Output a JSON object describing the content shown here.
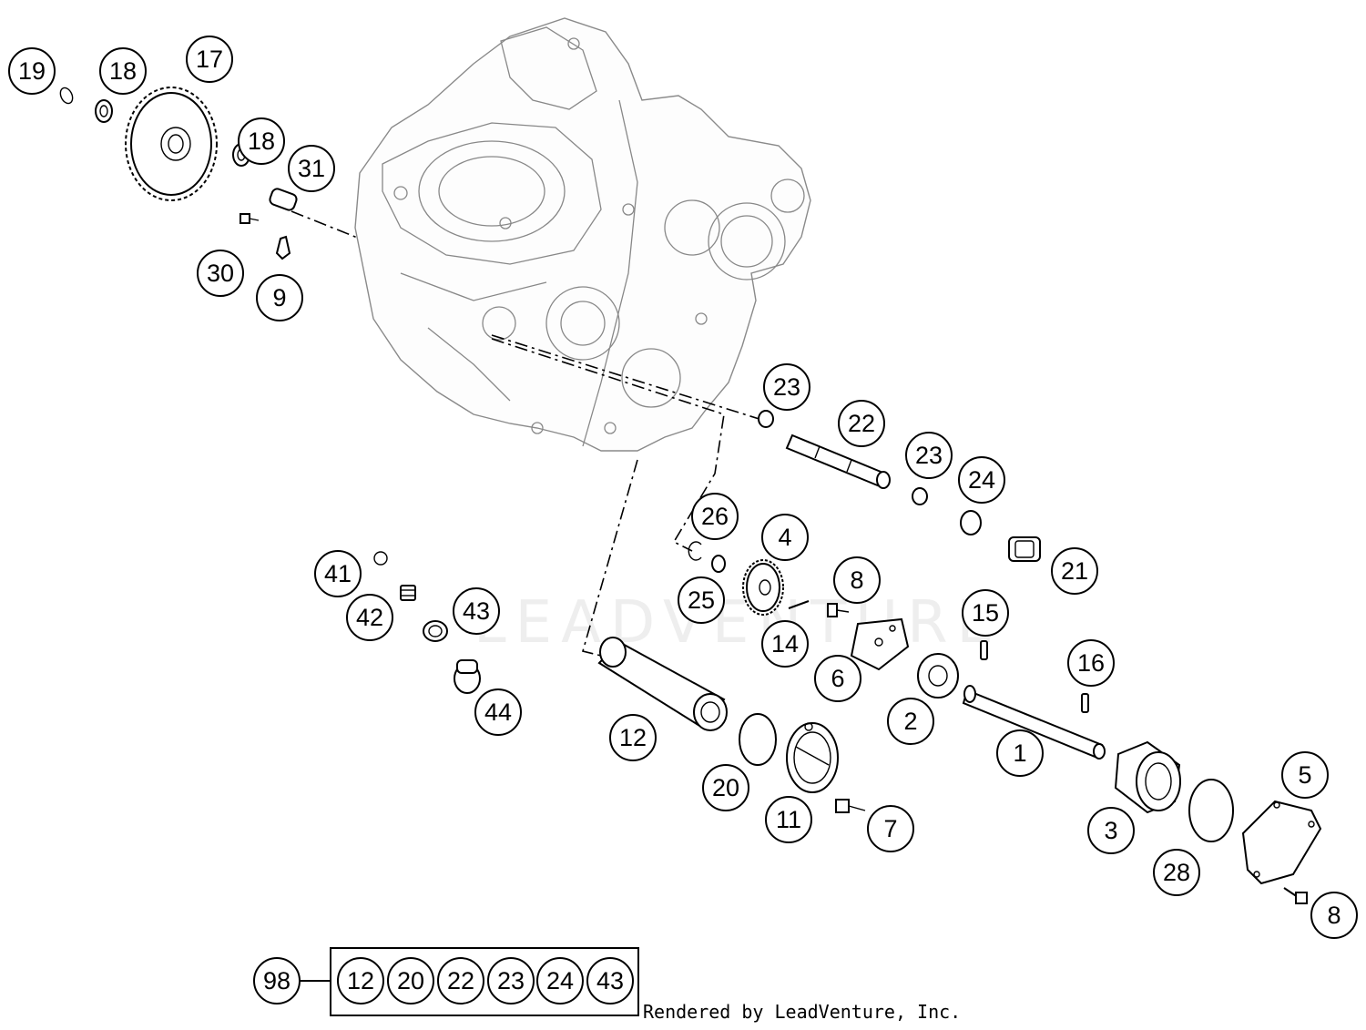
{
  "callouts": [
    {
      "id": "c19",
      "label": "19"
    },
    {
      "id": "c18a",
      "label": "18"
    },
    {
      "id": "c17",
      "label": "17"
    },
    {
      "id": "c18b",
      "label": "18"
    },
    {
      "id": "c31",
      "label": "31"
    },
    {
      "id": "c30",
      "label": "30"
    },
    {
      "id": "c9",
      "label": "9"
    },
    {
      "id": "c23a",
      "label": "23"
    },
    {
      "id": "c22",
      "label": "22"
    },
    {
      "id": "c23b",
      "label": "23"
    },
    {
      "id": "c24",
      "label": "24"
    },
    {
      "id": "c21",
      "label": "21"
    },
    {
      "id": "c26",
      "label": "26"
    },
    {
      "id": "c4",
      "label": "4"
    },
    {
      "id": "c25",
      "label": "25"
    },
    {
      "id": "c8a",
      "label": "8"
    },
    {
      "id": "c15",
      "label": "15"
    },
    {
      "id": "c14",
      "label": "14"
    },
    {
      "id": "c6",
      "label": "6"
    },
    {
      "id": "c16",
      "label": "16"
    },
    {
      "id": "c41",
      "label": "41"
    },
    {
      "id": "c42",
      "label": "42"
    },
    {
      "id": "c43",
      "label": "43"
    },
    {
      "id": "c44",
      "label": "44"
    },
    {
      "id": "c2",
      "label": "2"
    },
    {
      "id": "c1",
      "label": "1"
    },
    {
      "id": "c12",
      "label": "12"
    },
    {
      "id": "c20",
      "label": "20"
    },
    {
      "id": "c11",
      "label": "11"
    },
    {
      "id": "c7",
      "label": "7"
    },
    {
      "id": "c5",
      "label": "5"
    },
    {
      "id": "c3",
      "label": "3"
    },
    {
      "id": "c28",
      "label": "28"
    },
    {
      "id": "c8b",
      "label": "8"
    }
  ],
  "kit": {
    "label": "98",
    "items": [
      "12",
      "20",
      "22",
      "23",
      "24",
      "43"
    ]
  },
  "watermark": "LEADVENTURE",
  "footer": "Rendered by LeadVenture, Inc."
}
